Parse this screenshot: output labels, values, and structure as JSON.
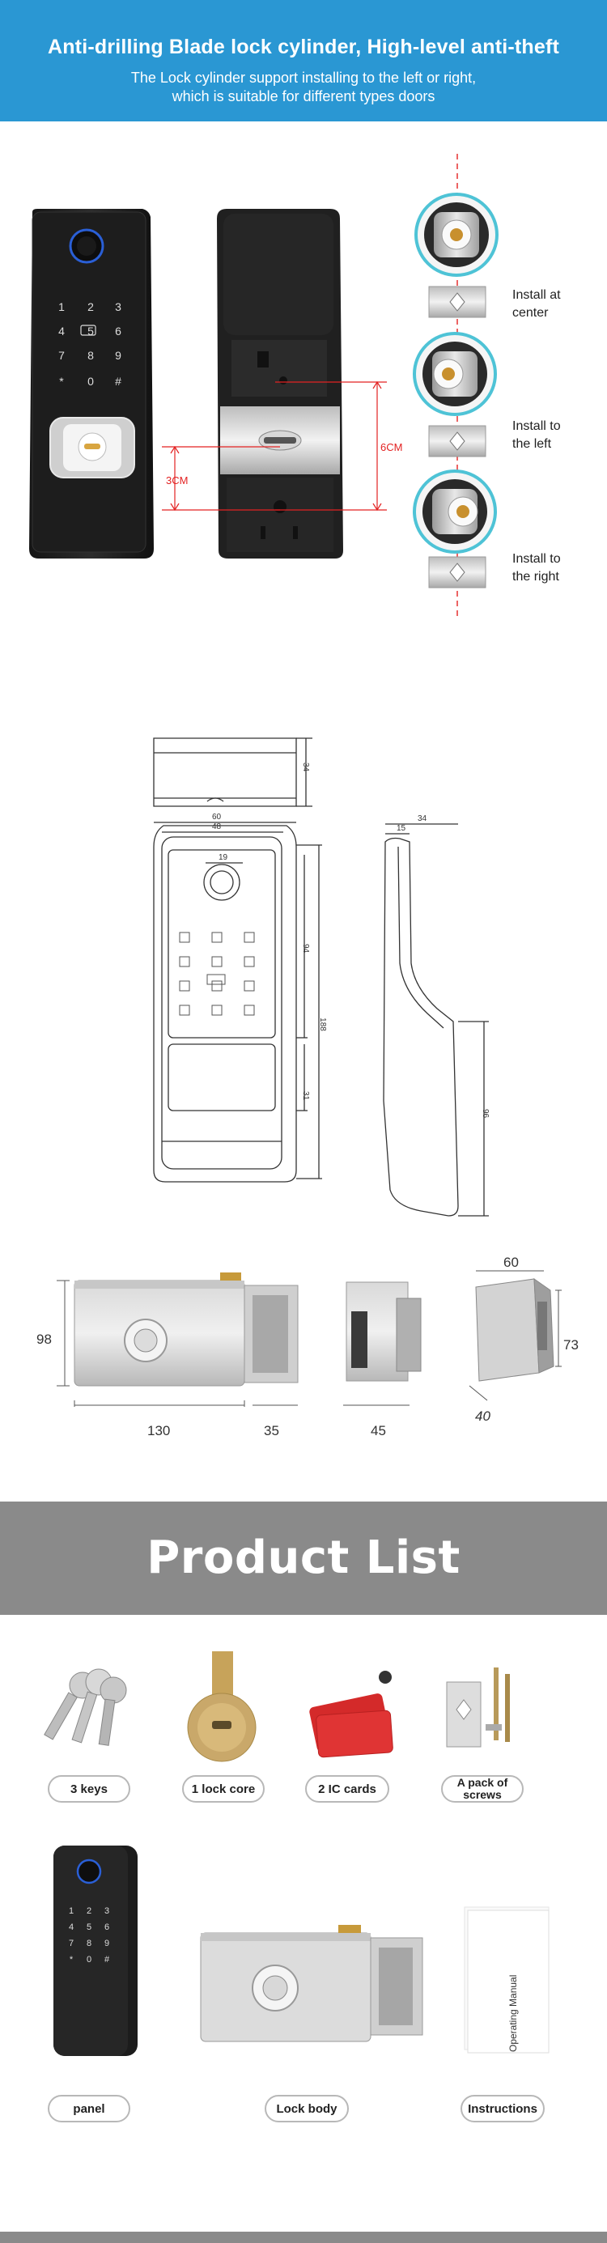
{
  "banner": {
    "title": "Anti-drilling Blade lock cylinder, High-level anti-theft",
    "subtitle_line1": "The Lock cylinder support installing to the left or right,",
    "subtitle_line2": "which is suitable for different types doors"
  },
  "install": {
    "dim_6cm": "6CM",
    "dim_3cm": "3CM",
    "options": [
      {
        "line1": "Install at",
        "line2": "center"
      },
      {
        "line1": "Install to",
        "line2": "the left"
      },
      {
        "line1": "Install to",
        "line2": "the right"
      }
    ]
  },
  "drawing": {
    "dims": {
      "top_depth": "34",
      "width_outer": "60",
      "width_inner": "48",
      "fp_width": "19",
      "height_upper": "94",
      "height_total": "188",
      "height_lower": "31",
      "side_depth": "34",
      "side_inner": "15",
      "side_height": "96"
    },
    "keypad_keys": [
      "1",
      "2",
      "3",
      "4",
      "5",
      "6",
      "7",
      "8",
      "9",
      "*",
      "0",
      "#"
    ]
  },
  "lockbody": {
    "height": "98",
    "width": "130",
    "ext": "35",
    "side_width": "45",
    "box_w": "60",
    "box_h": "73",
    "box_d": "40"
  },
  "product_list": {
    "heading": "Product List",
    "items": [
      {
        "label": "3 keys"
      },
      {
        "label": "1 lock core"
      },
      {
        "label": "2 IC cards"
      },
      {
        "label": "A pack of screws"
      },
      {
        "label": "panel"
      },
      {
        "label": "Lock body"
      },
      {
        "label": "Instructions"
      }
    ],
    "manual_text": "Operating Manual"
  },
  "colors": {
    "banner_blue": "#2a97d3",
    "band_gray": "#8a8a8a",
    "dim_red": "#e32222"
  }
}
